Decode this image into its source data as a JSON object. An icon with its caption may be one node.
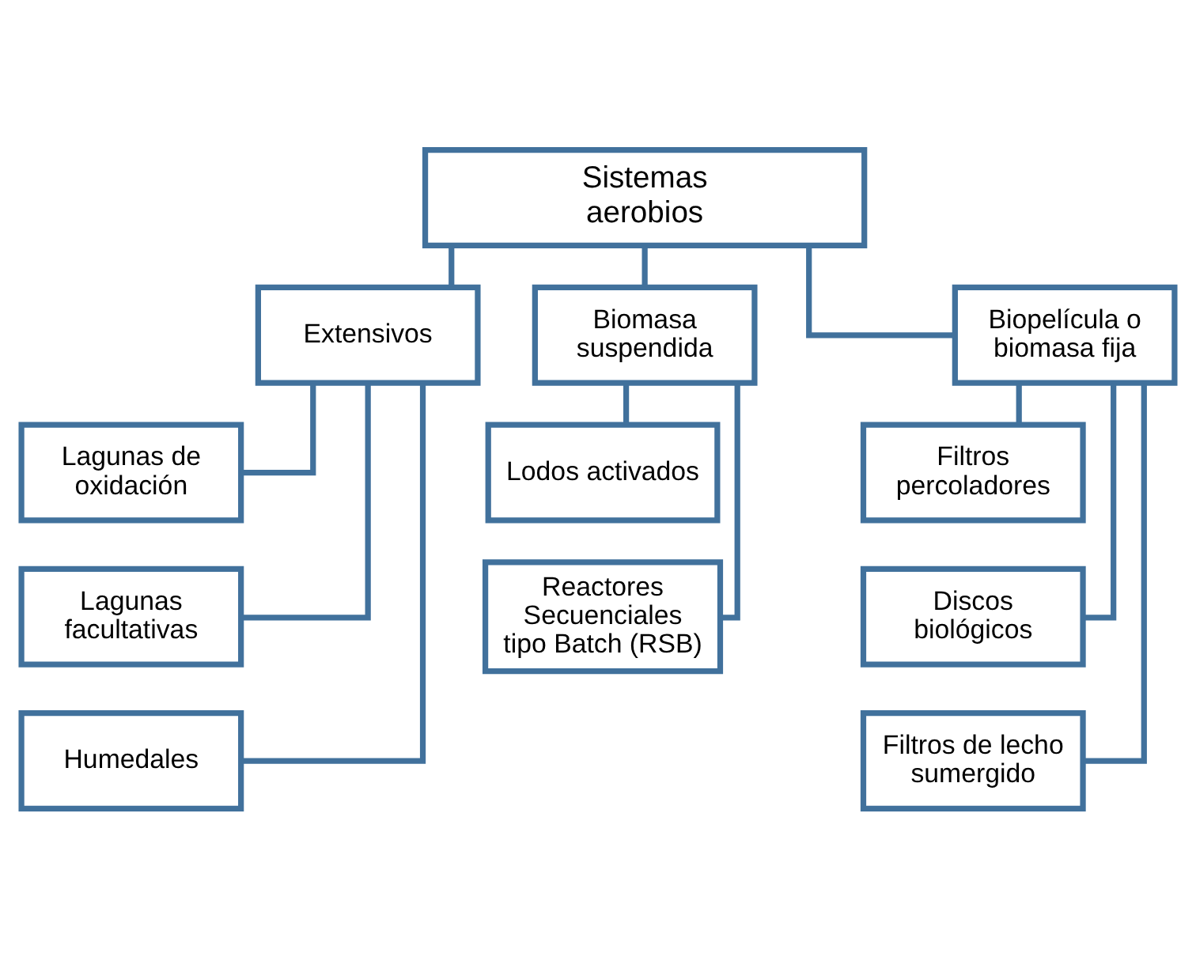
{
  "diagram": {
    "nodes": [
      {
        "text": [
          "Sistemas aerobios"
        ]
      },
      {
        "text": [
          "Extensivos"
        ]
      },
      {
        "text": [
          "Biomasa suspendida"
        ]
      },
      {
        "text": [
          "Biopelícula o biomasa fija"
        ]
      },
      {
        "text": [
          "Lagunas de oxidación"
        ]
      },
      {
        "text": [
          "Lagunas facultativas"
        ]
      },
      {
        "text": [
          "Humedales"
        ]
      },
      {
        "text": [
          "Lodos activados"
        ]
      },
      {
        "text": [
          "Reactores Secuenciales tipo Batch (RSB)"
        ]
      },
      {
        "text": [
          "Filtros percoladores"
        ]
      },
      {
        "text": [
          "Discos biológicos"
        ]
      },
      {
        "text": [
          "Filtros de lecho sumergido"
        ]
      }
    ],
    "edges": [
      {
        "from": 0,
        "to": 1,
        "arrow": "none"
      },
      {
        "from": 0,
        "to": 2,
        "arrow": "none"
      },
      {
        "from": 0,
        "to": 3,
        "arrow": "none"
      },
      {
        "from": 1,
        "to": 4,
        "arrow": "none"
      },
      {
        "from": 1,
        "to": 5,
        "arrow": "none"
      },
      {
        "from": 1,
        "to": 6,
        "arrow": "none"
      },
      {
        "from": 2,
        "to": 7,
        "arrow": "none"
      },
      {
        "from": 2,
        "to": 8,
        "arrow": "none"
      },
      {
        "from": 3,
        "to": 9,
        "arrow": "none"
      },
      {
        "from": 3,
        "to": 10,
        "arrow": "none"
      },
      {
        "from": 3,
        "to": 11,
        "arrow": "none"
      }
    ]
  }
}
